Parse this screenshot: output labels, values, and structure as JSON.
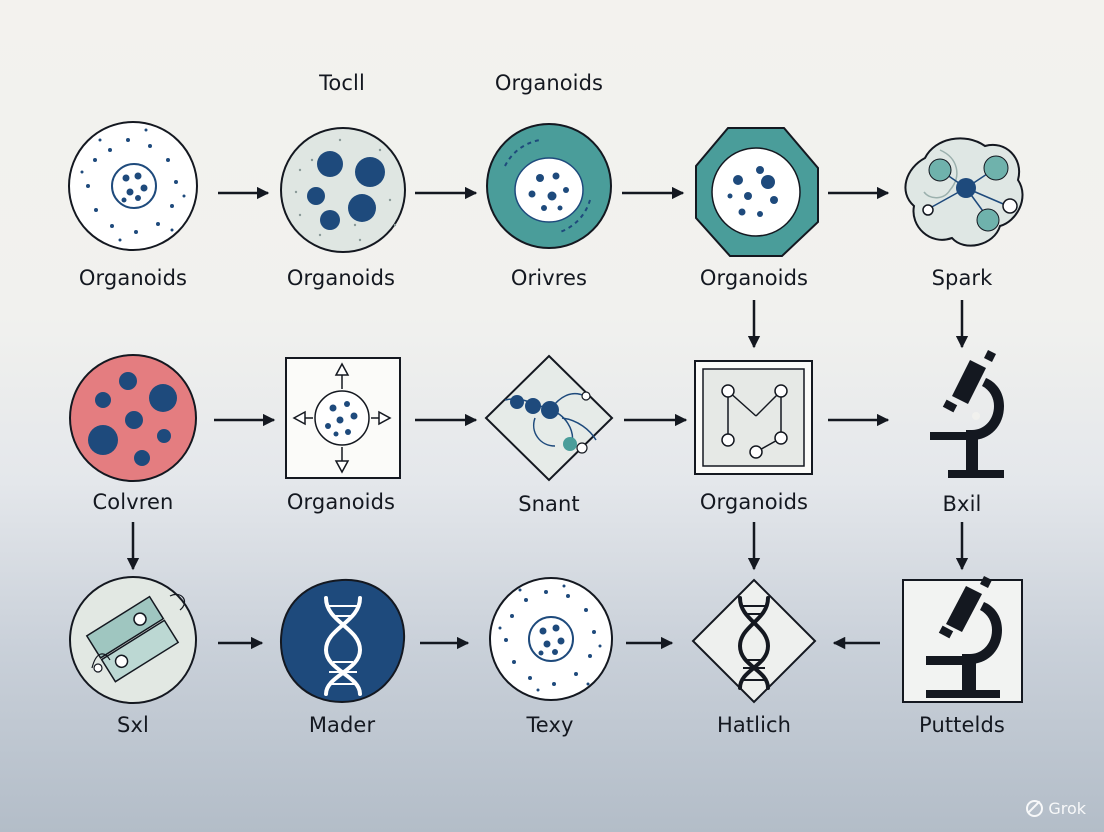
{
  "headers": [
    "Tocll",
    "Organoids"
  ],
  "labels": {
    "r1c1": "Organoids",
    "r1c2": "Organoids",
    "r1c3": "Orivres",
    "r1c4": "Organoids",
    "r1c5": "Spark",
    "r2c1": "Colvren",
    "r2c2": "Organoids",
    "r2c3": "Snant",
    "r2c4": "Organoids",
    "r2c5": "Bxil",
    "r3c1": "Sxl",
    "r3c2": "Mader",
    "r3c3": "Texy",
    "r3c4": "Hatlich",
    "r3c5": "Puttelds"
  },
  "watermark": "Grok",
  "colors": {
    "navy": "#1e4a7c",
    "teal": "#4a9d9a",
    "pink": "#e47d80",
    "ink": "#141820",
    "pale_gray": "#e6e9e6"
  }
}
